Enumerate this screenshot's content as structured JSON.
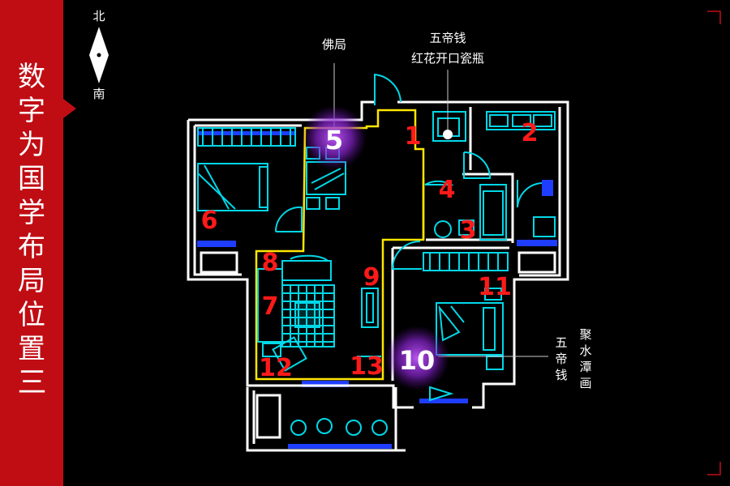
{
  "sidebar": {
    "title_chars": [
      "数",
      "字",
      "为",
      "国",
      "学",
      "布",
      "局",
      "位",
      "置"
    ],
    "number": "三"
  },
  "compass": {
    "north": "北",
    "south": "南"
  },
  "annotations": {
    "buddha": "佛局",
    "coins_top_line1": "五帝钱",
    "coins_top_line2": "红花开口瓷瓶",
    "coins_right_col1": [
      "五",
      "帝",
      "钱"
    ],
    "coins_right_col2": [
      "聚",
      "水",
      "潭",
      "画"
    ]
  },
  "markers": {
    "m1": "1",
    "m2": "2",
    "m3": "3",
    "m4": "4",
    "m5": "5",
    "m6": "6",
    "m7": "7",
    "m8": "8",
    "m9": "9",
    "m10": "10",
    "m11": "11",
    "m12": "12",
    "m13": "13"
  },
  "colors": {
    "sidebar": "#c00d14",
    "wall": "#ffffff",
    "furniture": "#00d8e8",
    "zone": "#ffe600",
    "marker": "#ff1a1a",
    "glow": "#9b30d9",
    "window": "#1f3dff"
  }
}
